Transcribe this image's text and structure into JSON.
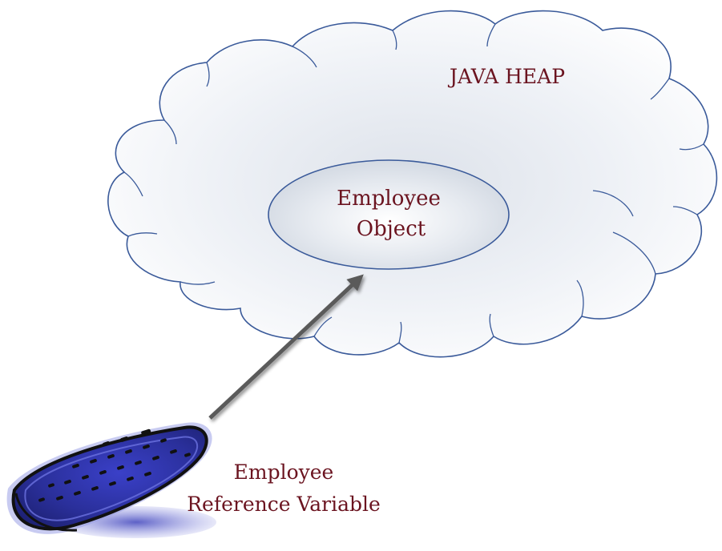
{
  "heap_label": "JAVA HEAP",
  "object_label_line1": "Employee",
  "object_label_line2": "Object",
  "reference_label_line1": "Employee",
  "reference_label_line2": "Reference Variable",
  "colors": {
    "text": "#6b1420",
    "outline": "#3a5a9a",
    "arrow": "#5a5a5a",
    "remote_body": "#2b2f9e"
  }
}
